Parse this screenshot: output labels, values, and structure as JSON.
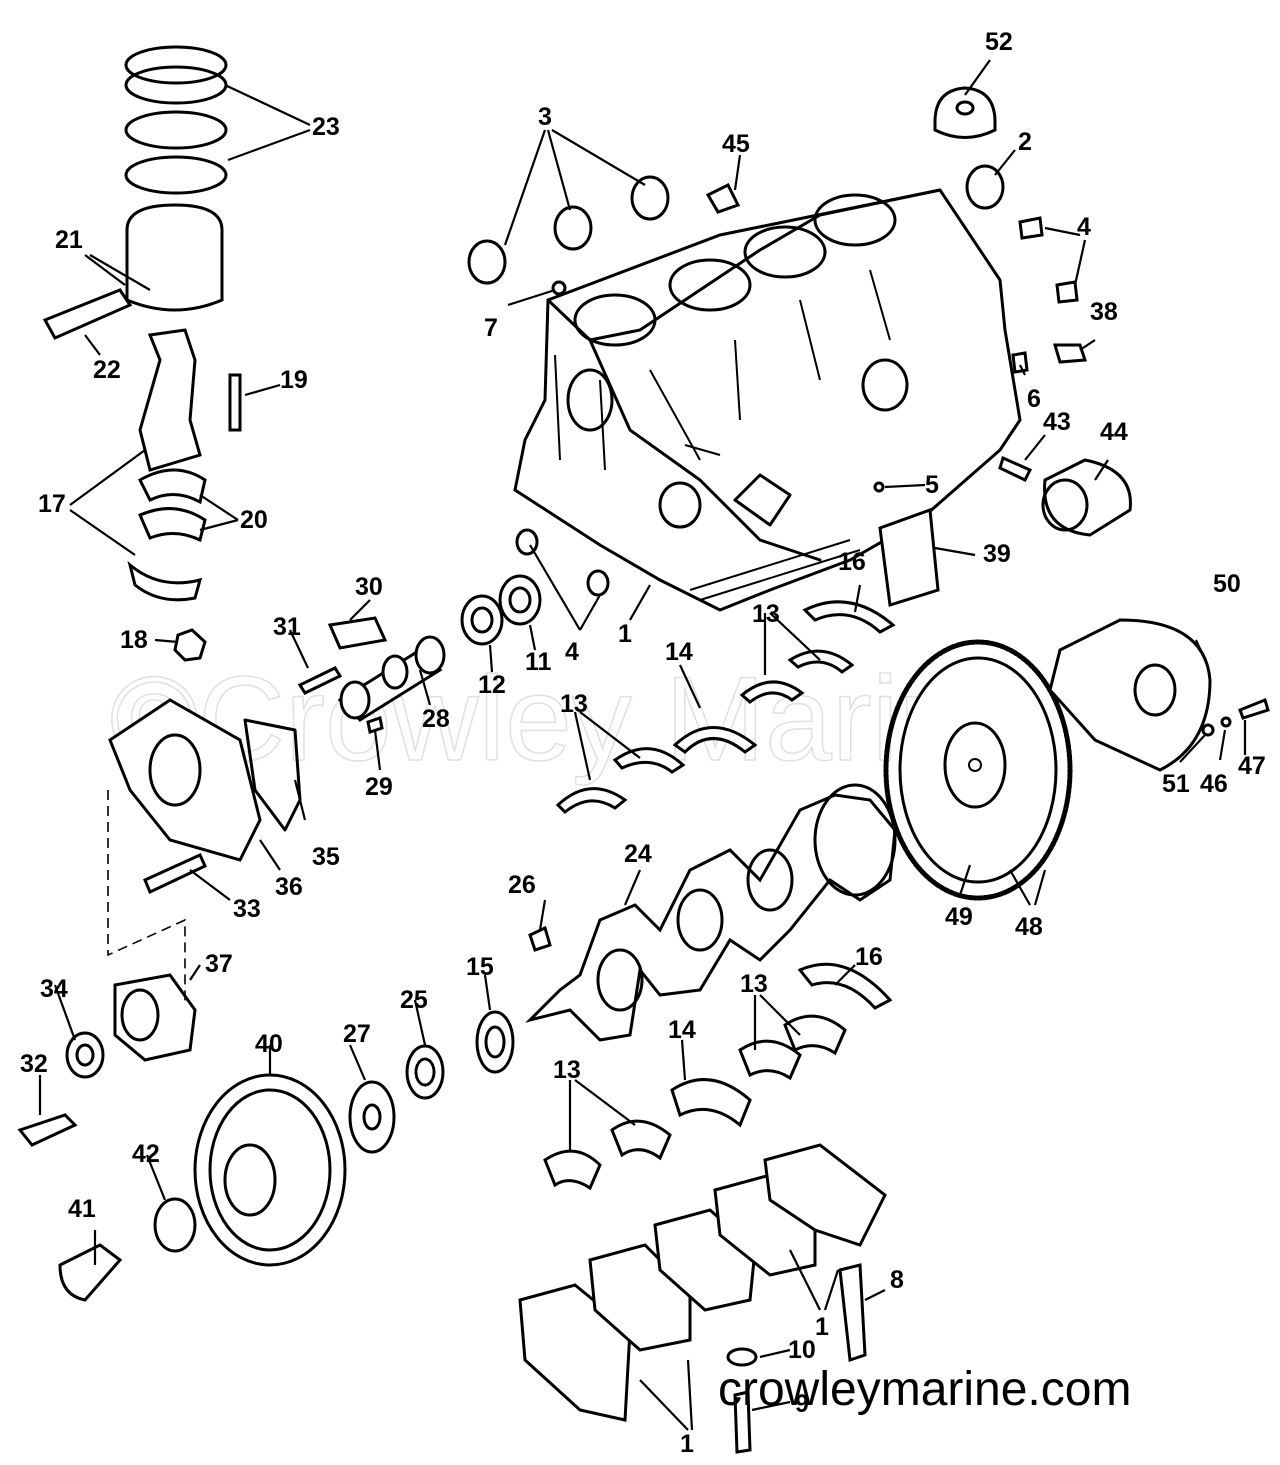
{
  "watermark": "©Crowley Marine",
  "website": "crowleymarine.com",
  "callouts": [
    "1",
    "2",
    "3",
    "4",
    "5",
    "6",
    "7",
    "8",
    "9",
    "10",
    "11",
    "12",
    "13",
    "14",
    "15",
    "16",
    "17",
    "18",
    "19",
    "20",
    "21",
    "22",
    "23",
    "24",
    "25",
    "26",
    "27",
    "28",
    "29",
    "30",
    "31",
    "32",
    "33",
    "34",
    "35",
    "36",
    "37",
    "38",
    "39",
    "40",
    "41",
    "42",
    "43",
    "44",
    "45",
    "46",
    "47",
    "48",
    "49",
    "50",
    "51",
    "52"
  ]
}
